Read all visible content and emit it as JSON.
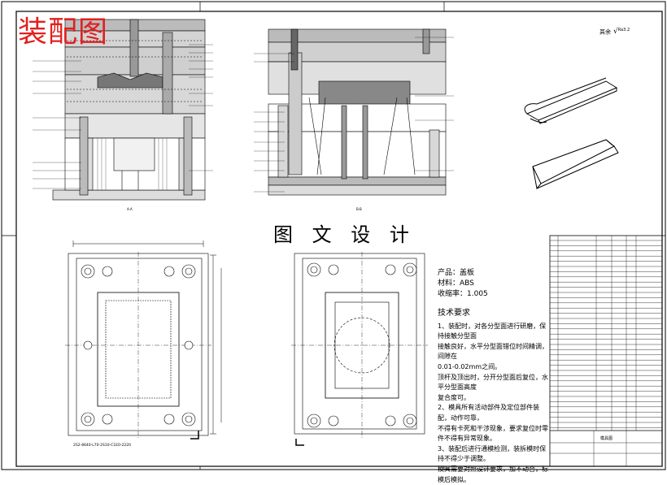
{
  "stamp": "装配图",
  "title": "图 文 设 计",
  "section_labels": {
    "left": "A-A",
    "right": "B-B"
  },
  "roughness": {
    "prefix": "其余",
    "value": "Ra3.2"
  },
  "product_info": {
    "product": "产品：盖板",
    "material": "材料：ABS",
    "shrinkage": "收缩率：1.005"
  },
  "tech_requirements": {
    "heading": "技术要求",
    "lines": [
      "1、装配时，对各分型面进行研磨，保持接触分型面",
      "接触良好，水平分型面错位时间精调，间隙在",
      "0.01-0.02mm之间。",
      "顶杆及顶出时，分开分型面后复位，水平分型面高度",
      "复合度可。",
      "2、模具所有活动部件及定位部件装配，动作可靠，",
      "不得有卡死和干涉现象，要求复位时零件不得有异常现象。",
      "3、装配后进行通模检测，装拆模时保持不得少于调整。",
      "模具需要对照设计要求，加不动合，标模后模拟。"
    ]
  },
  "dimension_note": "2S2-8640-L70-2S10-C1E0-2220",
  "bom_footer": "模具图",
  "line_color": "#000000",
  "stamp_color": "#e02020"
}
